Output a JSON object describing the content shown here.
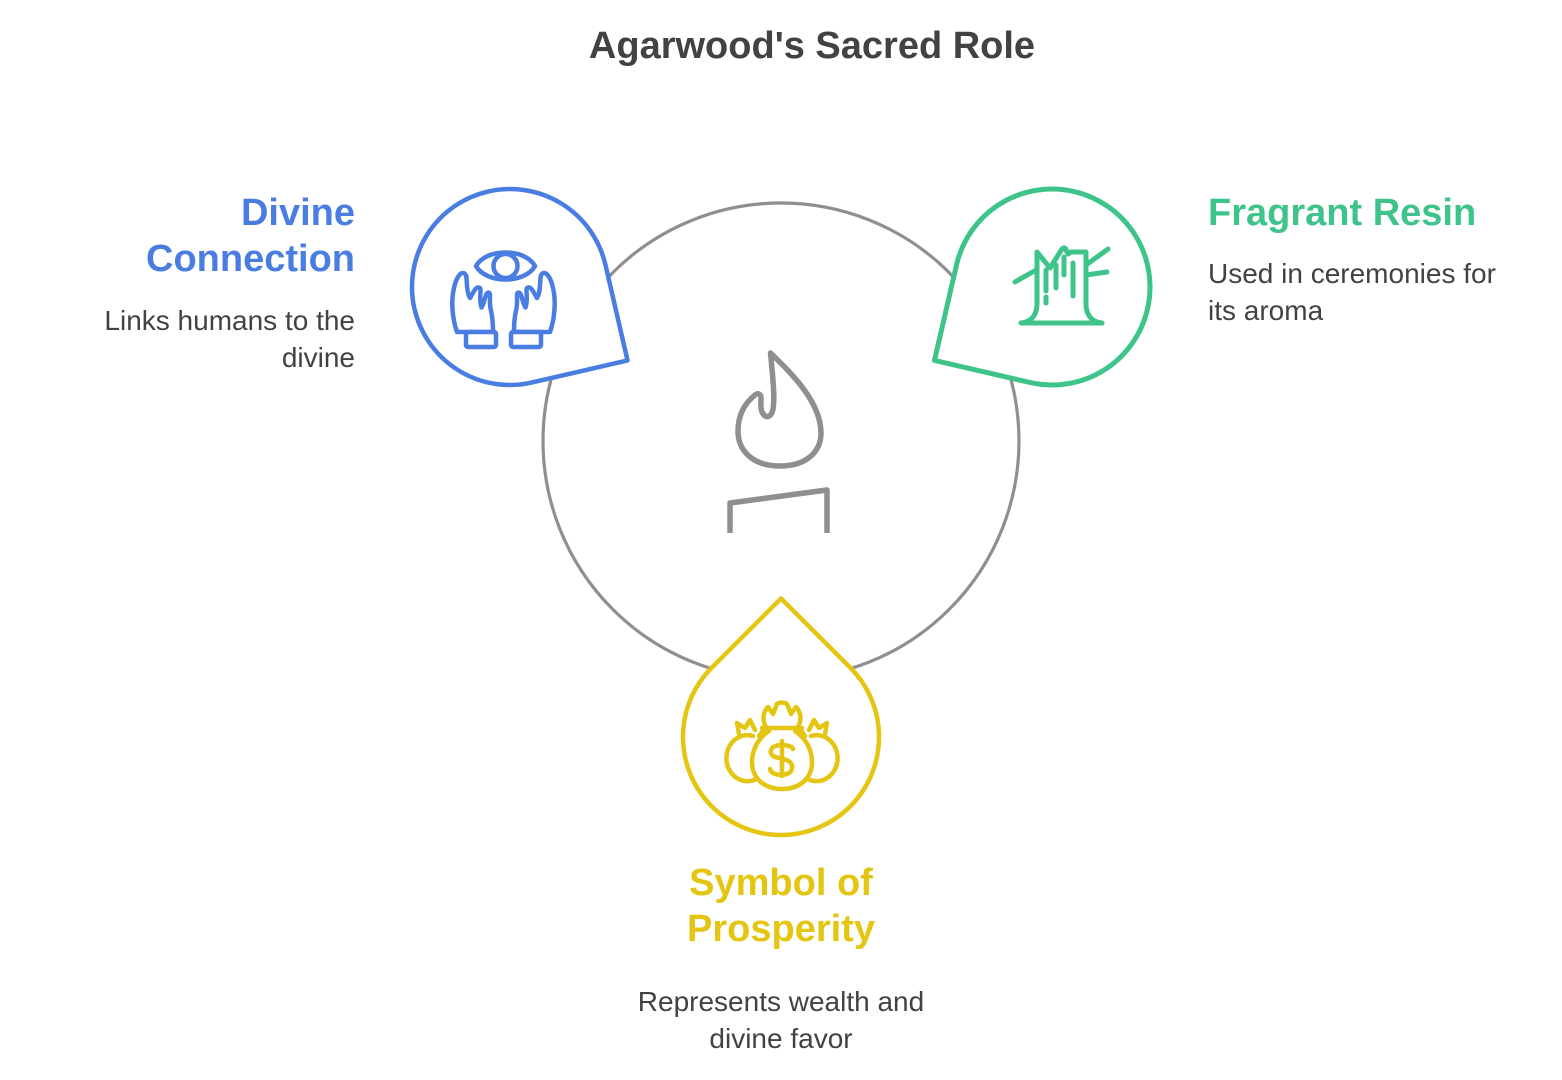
{
  "title": "Agarwood's Sacred Role",
  "center": {
    "icon": "incense-flame-icon",
    "color": "#8f8f8f"
  },
  "nodes": [
    {
      "id": "divine-connection",
      "label": "Divine Connection",
      "description": "Links humans to the divine",
      "color": "#4a7de1",
      "icon": "eye-over-hands-icon"
    },
    {
      "id": "fragrant-resin",
      "label": "Fragrant Resin",
      "description": "Used in ceremonies for its aroma",
      "color": "#3ec48a",
      "icon": "tree-stump-icon"
    },
    {
      "id": "symbol-of-prosperity",
      "label": "Symbol of Prosperity",
      "description": "Represents wealth and divine favor",
      "color": "#e4c512",
      "icon": "money-bags-icon"
    }
  ]
}
